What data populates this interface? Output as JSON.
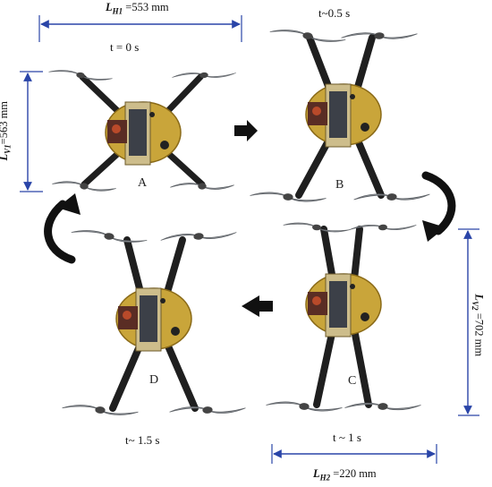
{
  "dimensions": {
    "h1": {
      "symbol": "L",
      "sub": "H1",
      "value": "=553 mm"
    },
    "v1": {
      "symbol": "L",
      "sub": "V1",
      "value": "=563 mm"
    },
    "v2": {
      "symbol": "L",
      "sub": "V2",
      "value": "=702 mm"
    },
    "h2": {
      "symbol": "L",
      "sub": "H2",
      "value": "=220 mm"
    }
  },
  "frames": [
    {
      "letter": "A",
      "time": "t = 0 s"
    },
    {
      "letter": "B",
      "time": "t~0.5 s"
    },
    {
      "letter": "C",
      "time": "t ~ 1 s"
    },
    {
      "letter": "D",
      "time": "t~  1.5 s"
    }
  ],
  "colors": {
    "dimension_line": "#2a45a8",
    "arrow": "#111111",
    "frame": "#1f1f1f",
    "body": "#c9a53a",
    "board": "#c9b27a",
    "propeller": "#8d9196"
  }
}
